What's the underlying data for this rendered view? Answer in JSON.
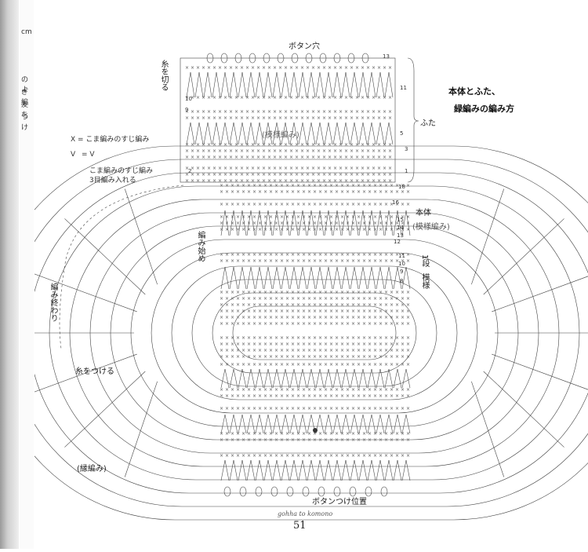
{
  "left_margin": {
    "fragments": [
      "cm",
      "のよ",
      "ぎ編",
      "友を",
      "つけ"
    ]
  },
  "title_lines": [
    "本体とふた、",
    "緑編みの編み方"
  ],
  "labels": {
    "button_hole": "ボタン穴",
    "lid": "ふた",
    "lid_pattern": "(模様編み)",
    "cut_yarn": "糸を切る",
    "body": "本体",
    "body_pattern": "(模様編み)",
    "start_knitting": "編み始め",
    "one_repeat_pattern": "1段",
    "pattern_side": "模様",
    "end_knitting": "編み終わり",
    "attach_yarn": "糸をつける",
    "edging": "(縁編み)",
    "button_position": "ボタンつけ位置"
  },
  "legend": {
    "line1": "X = こま編みのすじ編み",
    "line2_left": "V",
    "line2_right": "= V",
    "line3": "こま編みのすじ編み",
    "line4": "3目編み入れる"
  },
  "row_numbers_lid": [
    "13",
    "11",
    "10",
    "9",
    "5",
    "3",
    "2",
    "1"
  ],
  "row_numbers_body": [
    "18",
    "16",
    "15",
    "14",
    "13",
    "12",
    "11",
    "10",
    "9",
    "8"
  ],
  "footer": {
    "credit": "gohha to komono",
    "page_number": "51"
  }
}
